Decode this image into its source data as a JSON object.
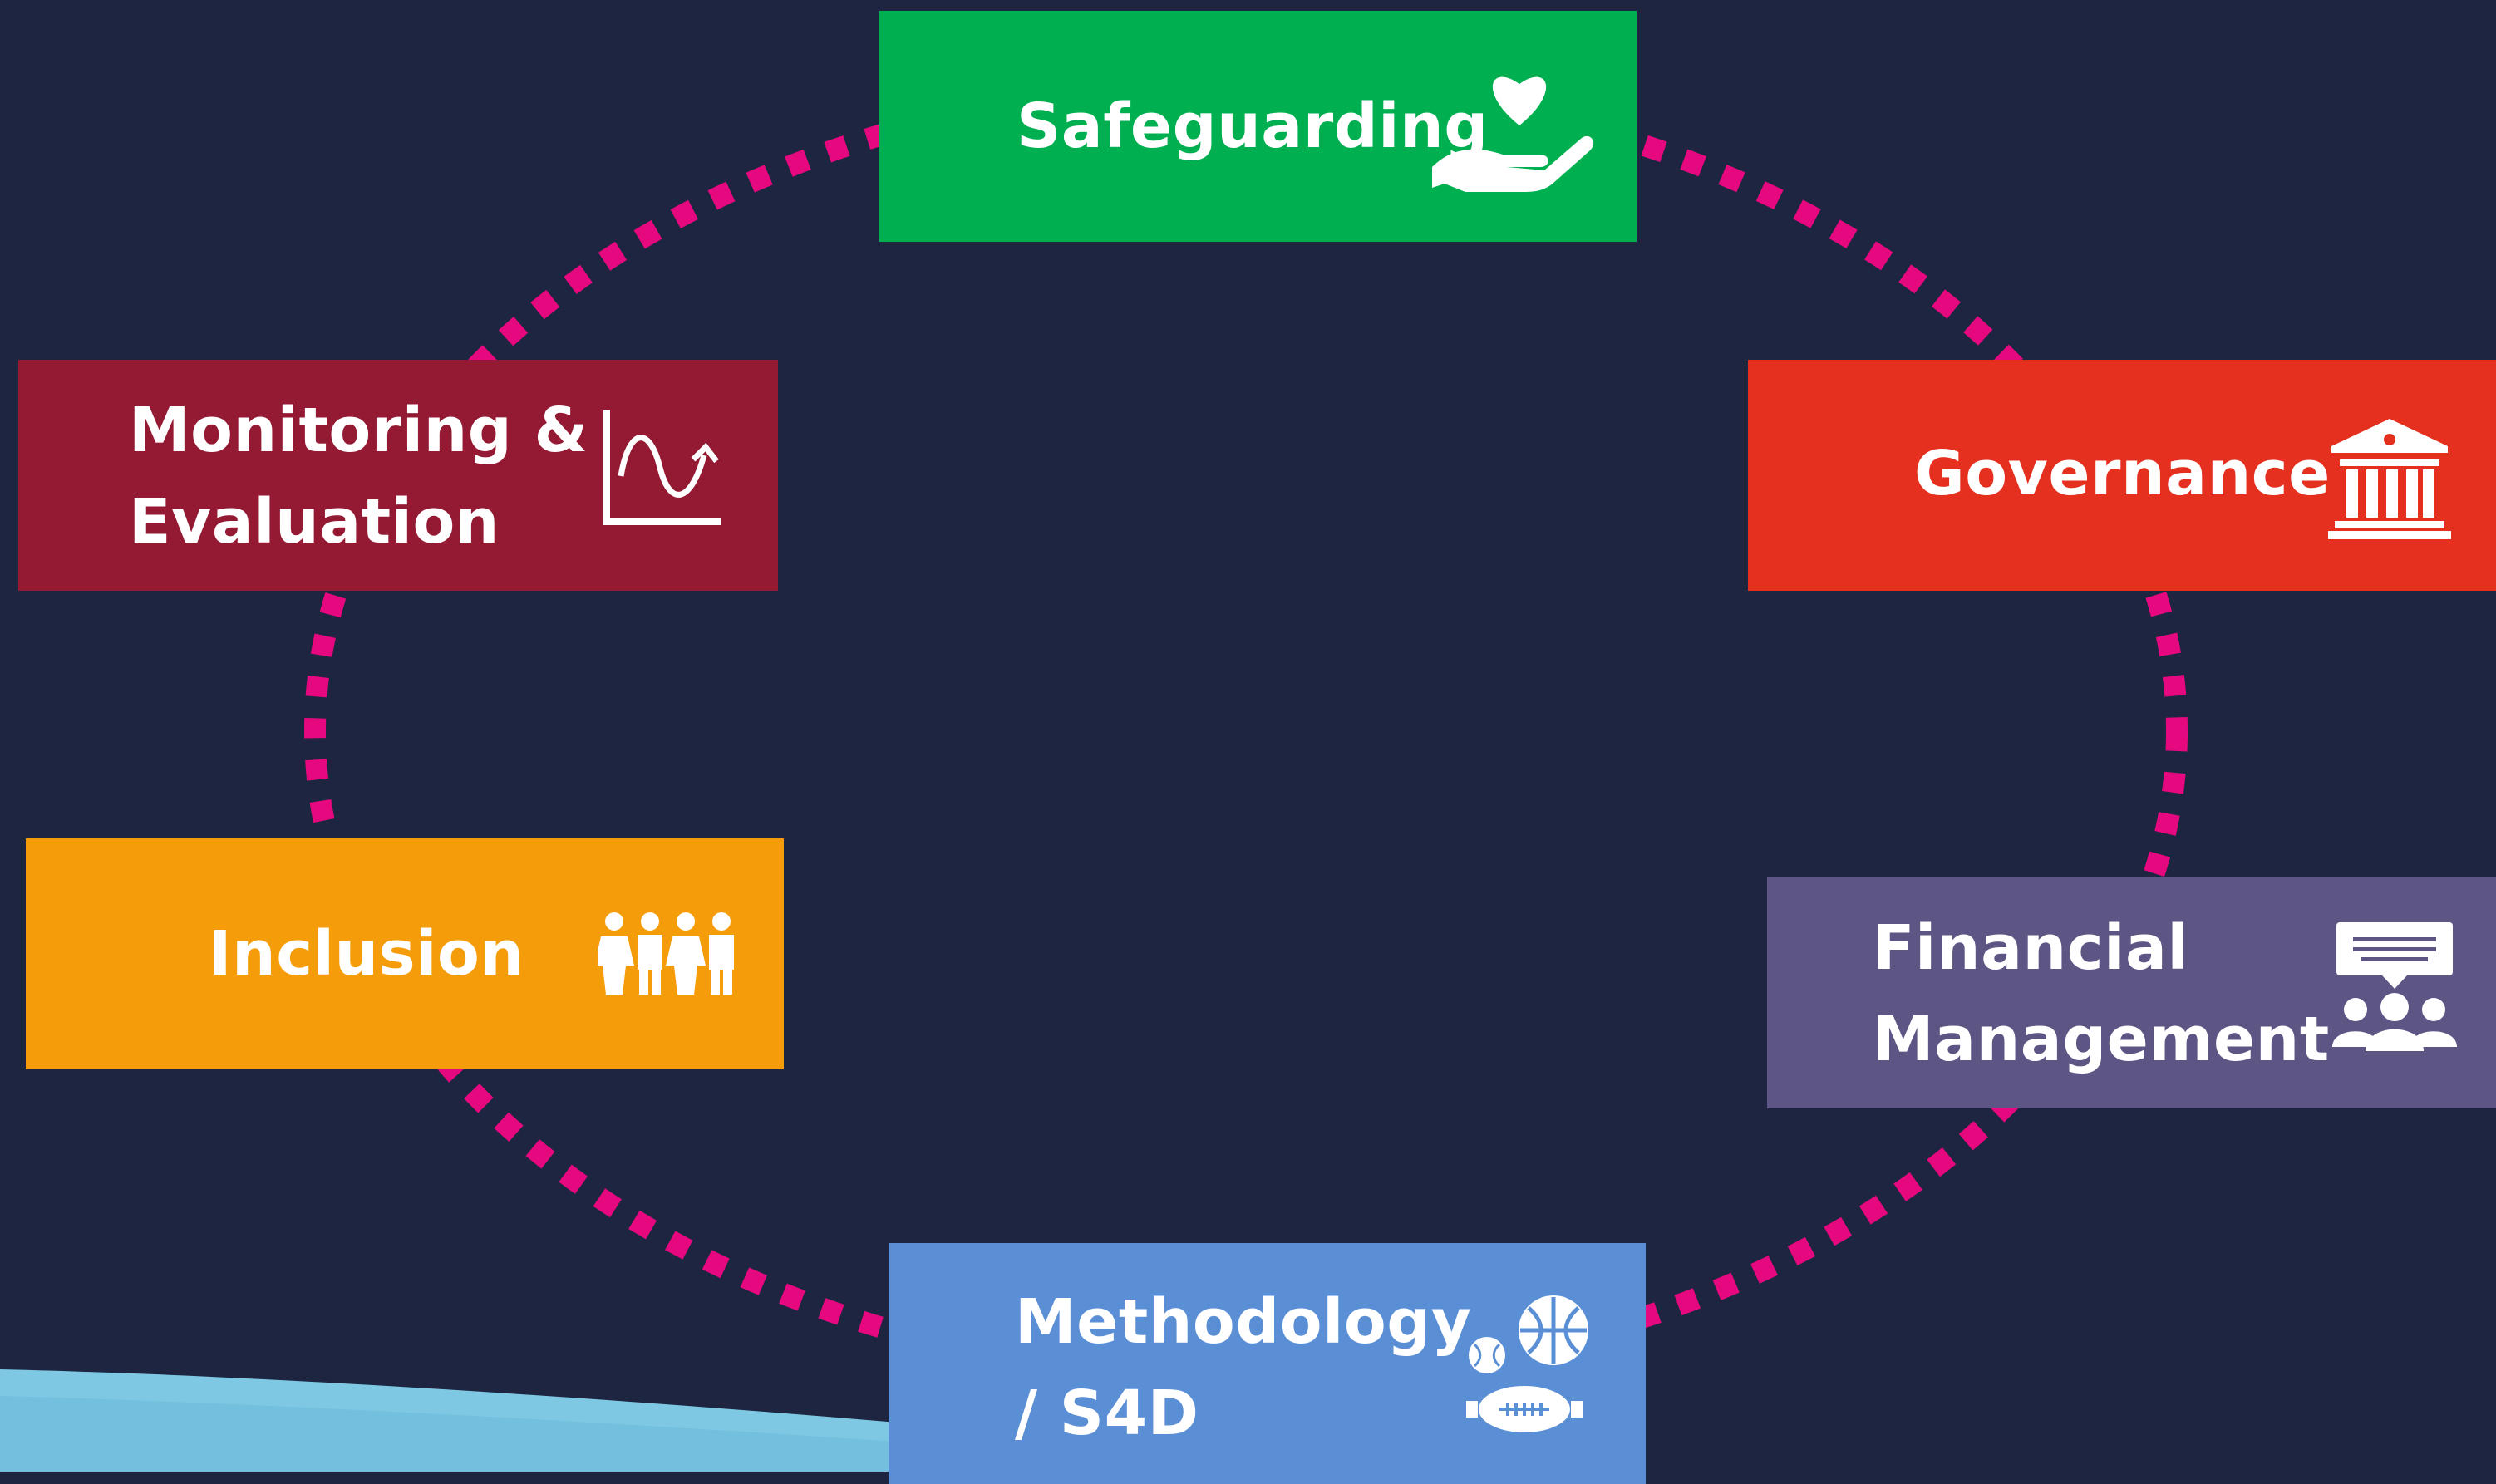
{
  "colors": {
    "background": "#1e2540",
    "ring": "#e5087e",
    "wave": "#7ec8e3"
  },
  "boxes": {
    "safeguarding": {
      "lines": [
        "Safeguarding"
      ],
      "color": "#00b050",
      "icon": "heart-hand-icon"
    },
    "governance": {
      "lines": [
        "Governance"
      ],
      "color": "#e5301f",
      "icon": "institution-icon"
    },
    "financial": {
      "lines": [
        "Financial",
        "Management"
      ],
      "color": "#5d5584",
      "icon": "group-meeting-icon"
    },
    "methodology": {
      "lines": [
        "Methodology",
        "/ S4D"
      ],
      "color": "#5b8fd5",
      "icon": "sports-balls-icon"
    },
    "inclusion": {
      "lines": [
        "Inclusion"
      ],
      "color": "#f59c0a",
      "icon": "people-group-icon"
    },
    "monitoring": {
      "lines": [
        "Monitoring &",
        "Evaluation"
      ],
      "color": "#941a33",
      "icon": "trend-chart-icon"
    }
  }
}
